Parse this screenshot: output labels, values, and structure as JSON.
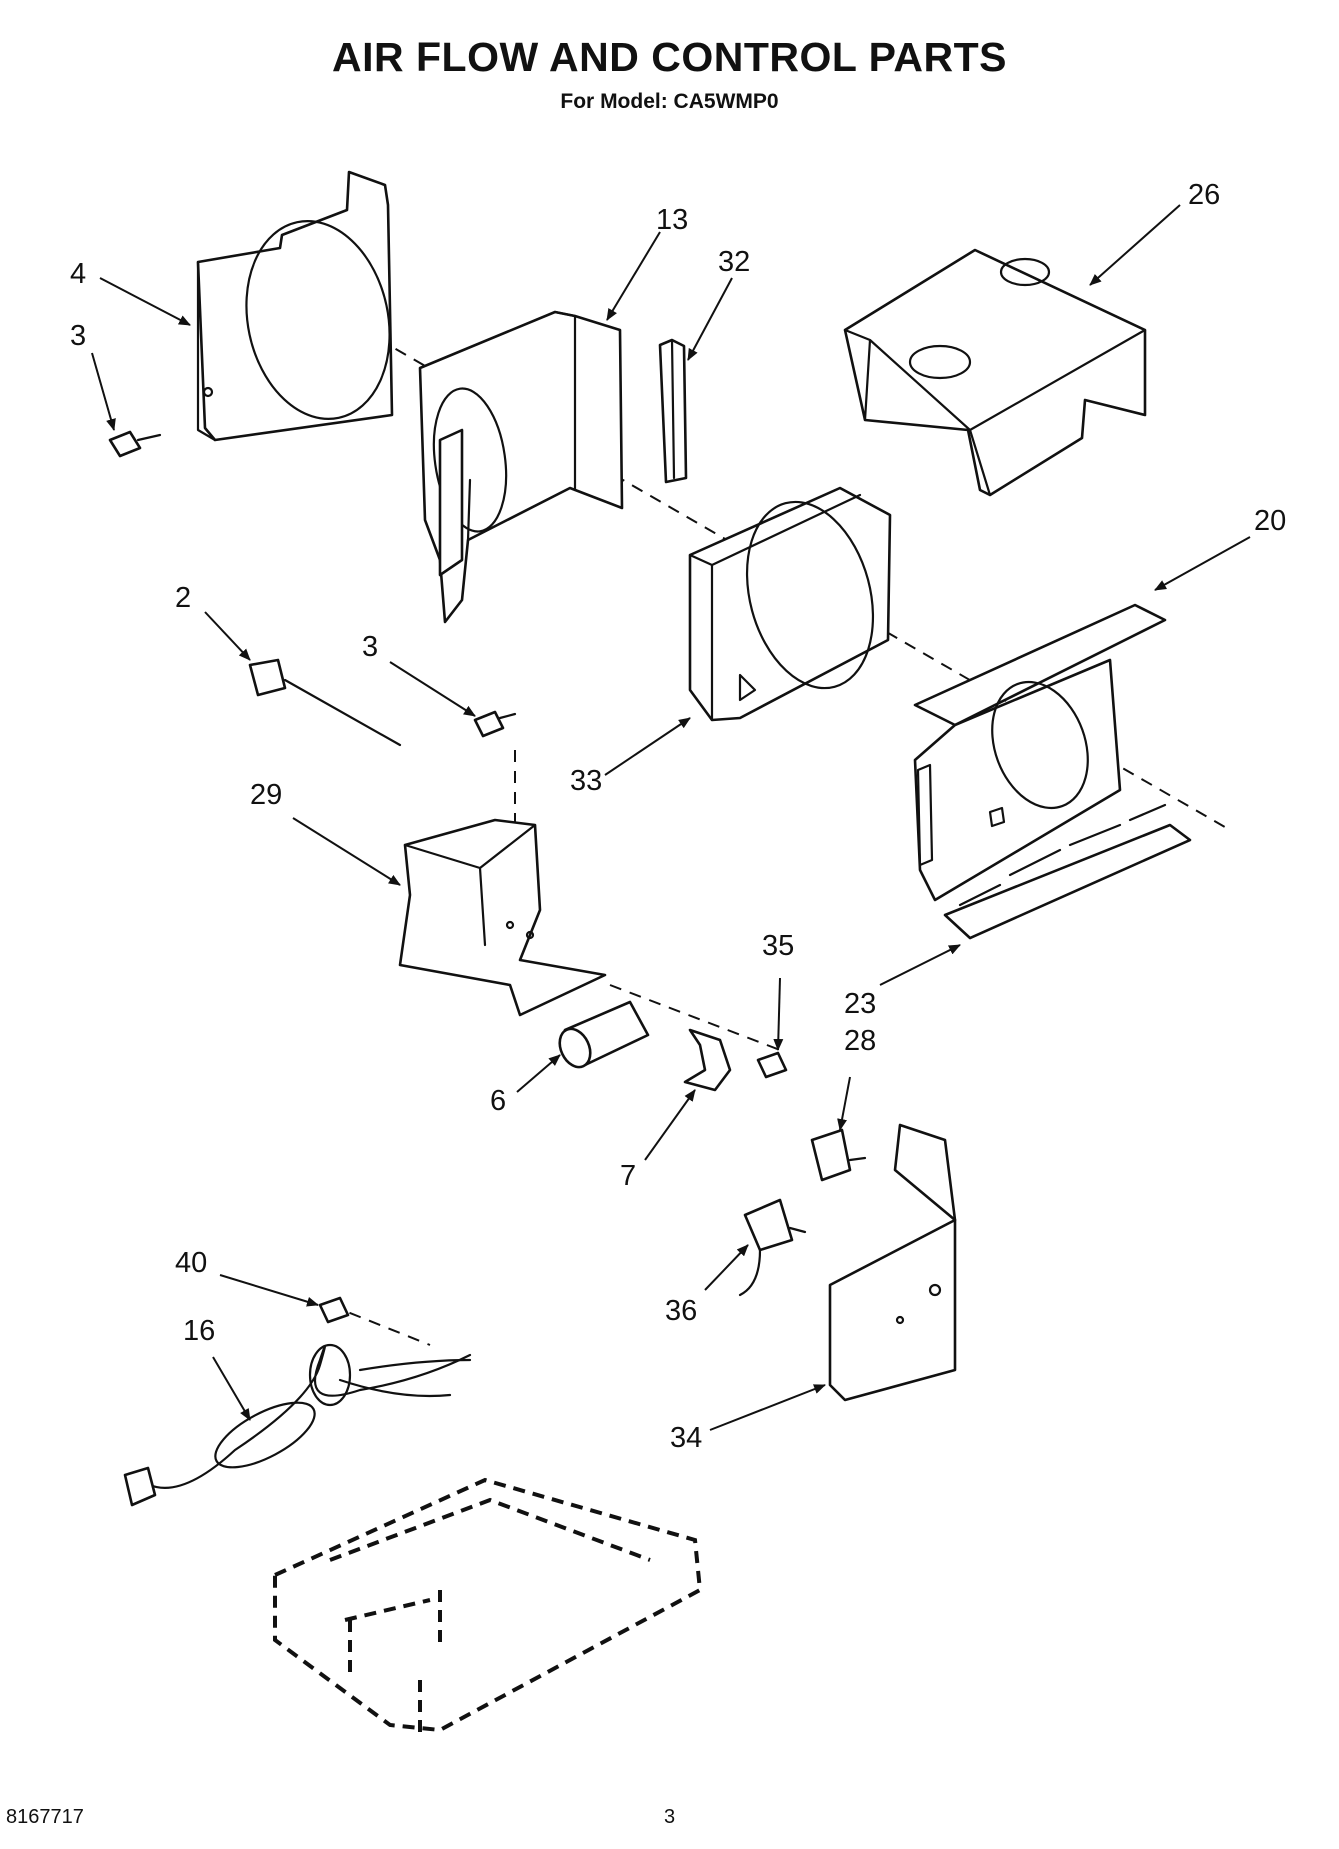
{
  "title": "AIR FLOW AND CONTROL PARTS",
  "subtitle": "For Model: CA5WMP0",
  "footer": {
    "doc_number": "8167717",
    "page_number": "3"
  },
  "callouts": [
    "4",
    "3",
    "13",
    "32",
    "26",
    "20",
    "2",
    "3",
    "33",
    "29",
    "35",
    "23",
    "28",
    "6",
    "7",
    "40",
    "16",
    "36",
    "34"
  ]
}
